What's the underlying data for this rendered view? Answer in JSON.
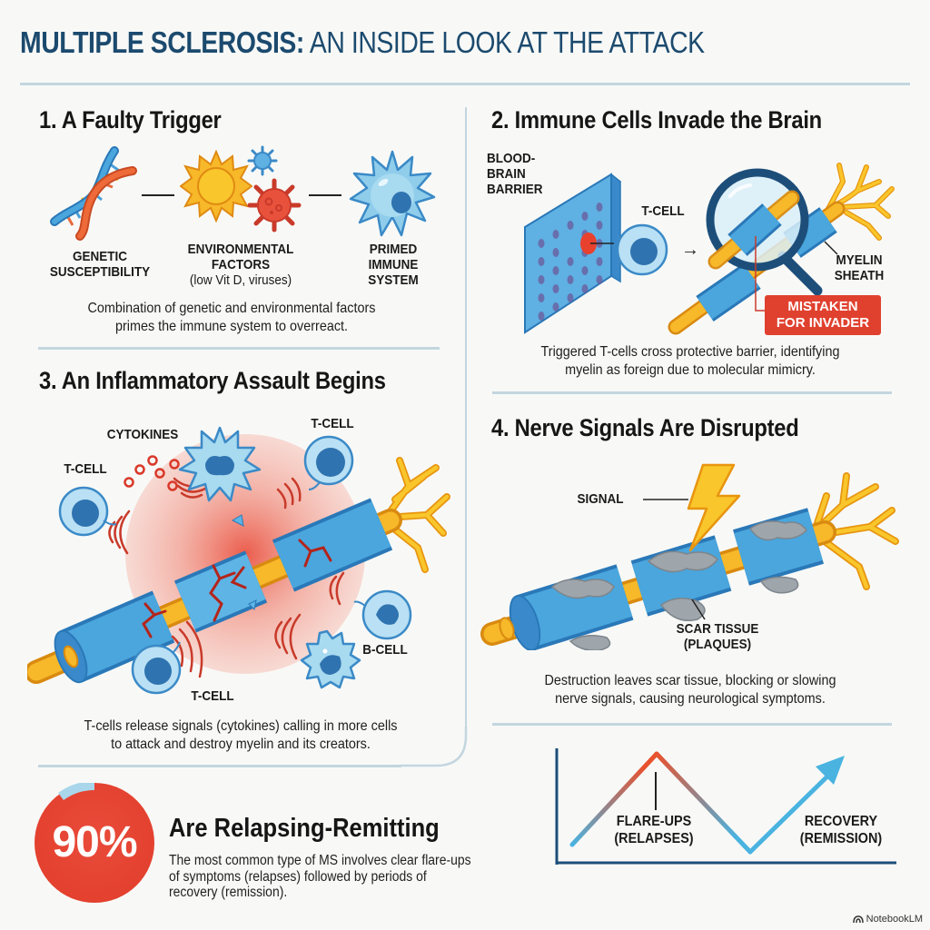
{
  "header": {
    "title_bold": "MULTIPLE SCLEROSIS:",
    "title_light": " AN INSIDE LOOK AT THE ATTACK"
  },
  "section1": {
    "heading": "1. A Faulty Trigger",
    "items": [
      {
        "icon": "dna-icon",
        "label_lines": [
          "GENETIC",
          "SUSCEPTIBILITY"
        ],
        "sub": ""
      },
      {
        "icon": "sun-virus-icon",
        "label_lines": [
          "ENVIRONMENTAL",
          "FACTORS"
        ],
        "sub": "(low Vit D, viruses)"
      },
      {
        "icon": "immune-cell-icon",
        "label_lines": [
          "PRIMED",
          "IMMUNE",
          "SYSTEM"
        ],
        "sub": ""
      }
    ],
    "description_lines": [
      "Combination of genetic and environmental factors",
      "primes the immune system to overreact."
    ]
  },
  "section2": {
    "heading": "2. Immune Cells Invade the Brain",
    "labels": {
      "barrier": [
        "BLOOD-",
        "BRAIN",
        "BARRIER"
      ],
      "tcell": "T-CELL",
      "myelin": [
        "MYELIN",
        "SHEATH"
      ],
      "mistaken": [
        "MISTAKEN",
        "FOR INVADER"
      ]
    },
    "description_lines": [
      "Triggered T-cells cross protective barrier, identifying",
      "myelin as foreign due to molecular mimicry."
    ]
  },
  "section3": {
    "heading": "3. An Inflammatory Assault Begins",
    "labels": {
      "cytokines": "CYTOKINES",
      "tcell_left": "T-CELL",
      "tcell_top": "T-CELL",
      "tcell_bottom": "T-CELL",
      "bcell": "B-CELL"
    },
    "description_lines": [
      "T-cells release signals (cytokines) calling in more cells",
      "to attack and destroy myelin and its creators."
    ]
  },
  "section4": {
    "heading": "4. Nerve Signals Are Disrupted",
    "labels": {
      "signal": "SIGNAL",
      "scar": [
        "SCAR TISSUE",
        "(PLAQUES)"
      ]
    },
    "description_lines": [
      "Destruction leaves scar tissue, blocking or slowing",
      "nerve signals, causing neurological symptoms."
    ]
  },
  "stat": {
    "value": "90%",
    "percent": 90,
    "heading": "Are Relapsing-Remitting",
    "body_lines": [
      "The most common type of MS involves clear flare-ups",
      "of symptoms (relapses) followed by periods of",
      "recovery (remission)."
    ]
  },
  "course_graph": {
    "flare_label": [
      "FLARE-UPS",
      "(RELAPSES)"
    ],
    "recovery_label": [
      "RECOVERY",
      "(REMISSION)"
    ]
  },
  "colors": {
    "title": "#1c4a6e",
    "divider": "#c3d6df",
    "accent_red": "#e0412f",
    "myelin_blue": "#4a9fd8",
    "axon_yellow": "#f5b82e",
    "recovery_blue": "#4ab3e0"
  },
  "watermark": "NotebookLM"
}
